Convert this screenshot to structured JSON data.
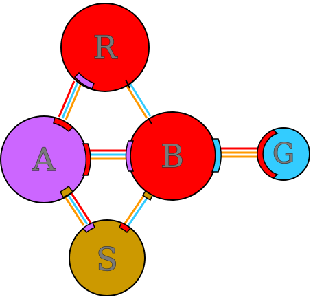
{
  "nodes": {
    "R": {
      "label": "R",
      "color": "#ff0000"
    },
    "A": {
      "label": "A",
      "color": "#cc66ff"
    },
    "B": {
      "label": "B",
      "color": "#ff0000"
    },
    "G": {
      "label": "G",
      "color": "#33ccff"
    },
    "S": {
      "label": "S",
      "color": "#cc9900"
    }
  },
  "edges": [
    {
      "from": "R",
      "to": "A",
      "colors": [
        "#ff0000",
        "#33ccff",
        "#ff9900"
      ]
    },
    {
      "from": "R",
      "to": "B",
      "colors": [
        "#ff9900",
        "#33ccff"
      ]
    },
    {
      "from": "A",
      "to": "B",
      "colors": [
        "#ff0000",
        "#33ccff",
        "#ff9900"
      ]
    },
    {
      "from": "A",
      "to": "S",
      "colors": [
        "#ff9900",
        "#33ccff",
        "#ff0000"
      ]
    },
    {
      "from": "B",
      "to": "S",
      "colors": [
        "#ff9900",
        "#33ccff"
      ]
    },
    {
      "from": "B",
      "to": "G",
      "colors": [
        "#ff0000",
        "#ff9900"
      ]
    }
  ],
  "colors": {
    "red": "#ff0000",
    "purple": "#cc66ff",
    "cyan": "#33ccff",
    "gold": "#cc9900",
    "orange": "#ff9900",
    "outline": "#000000"
  }
}
